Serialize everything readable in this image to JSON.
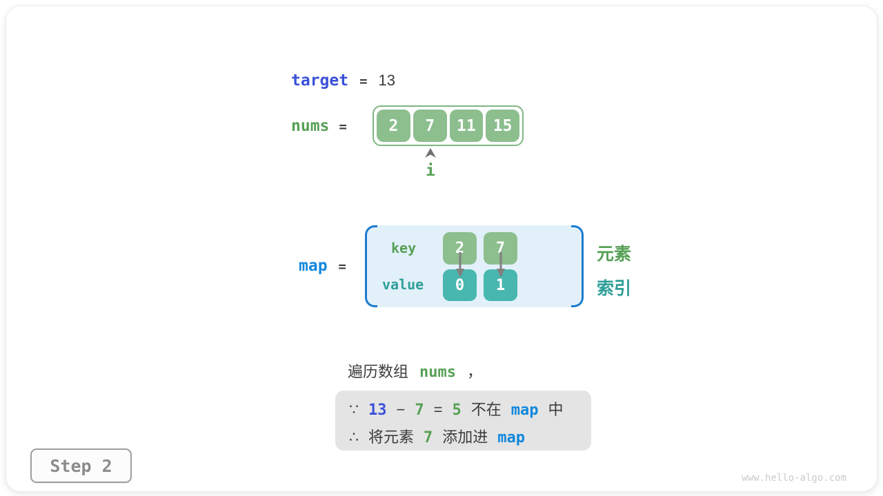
{
  "colors": {
    "green_fill": "#8CBE8E",
    "green_border": "#7EB781",
    "green_text": "#56A056",
    "teal_fill": "#47B7AF",
    "teal_text": "#2F9E98",
    "royal_blue": "#3A50D9",
    "bright_blue": "#1287DC",
    "bracket_blue": "#1A7CCE",
    "map_bg": "#E2F0F9",
    "dark_text": "#3C3C3C",
    "note_bg": "#E4E4E4",
    "arrow_gray": "#808080",
    "step_gray": "#8C8C8C",
    "watermark_gray": "#CBCBCB"
  },
  "target_row": {
    "label": "target",
    "equals": "=",
    "value": "13"
  },
  "nums_row": {
    "label": "nums",
    "equals": "=",
    "cells": [
      "2",
      "7",
      "11",
      "15"
    ],
    "pointer_label": "i"
  },
  "map_row": {
    "label": "map",
    "equals": "=",
    "key_label": "key",
    "value_label": "value",
    "keys": [
      "2",
      "7"
    ],
    "values": [
      "0",
      "1"
    ],
    "element_label": "元素",
    "index_label": "索引"
  },
  "caption": {
    "text_before": "遍历数组",
    "code": "nums",
    "text_after": "，"
  },
  "note": {
    "line1": {
      "because": "∵",
      "minuend": "13",
      "minus": "−",
      "subtrahend": "7",
      "equals": "=",
      "difference": "5",
      "not_in": "不在",
      "map": "map",
      "suffix": "中"
    },
    "line2": {
      "therefore": "∴",
      "prefix": "将元素",
      "element": "7",
      "action": "添加进",
      "map": "map"
    }
  },
  "step_badge": "Step 2",
  "watermark": "www.hello-algo.com"
}
